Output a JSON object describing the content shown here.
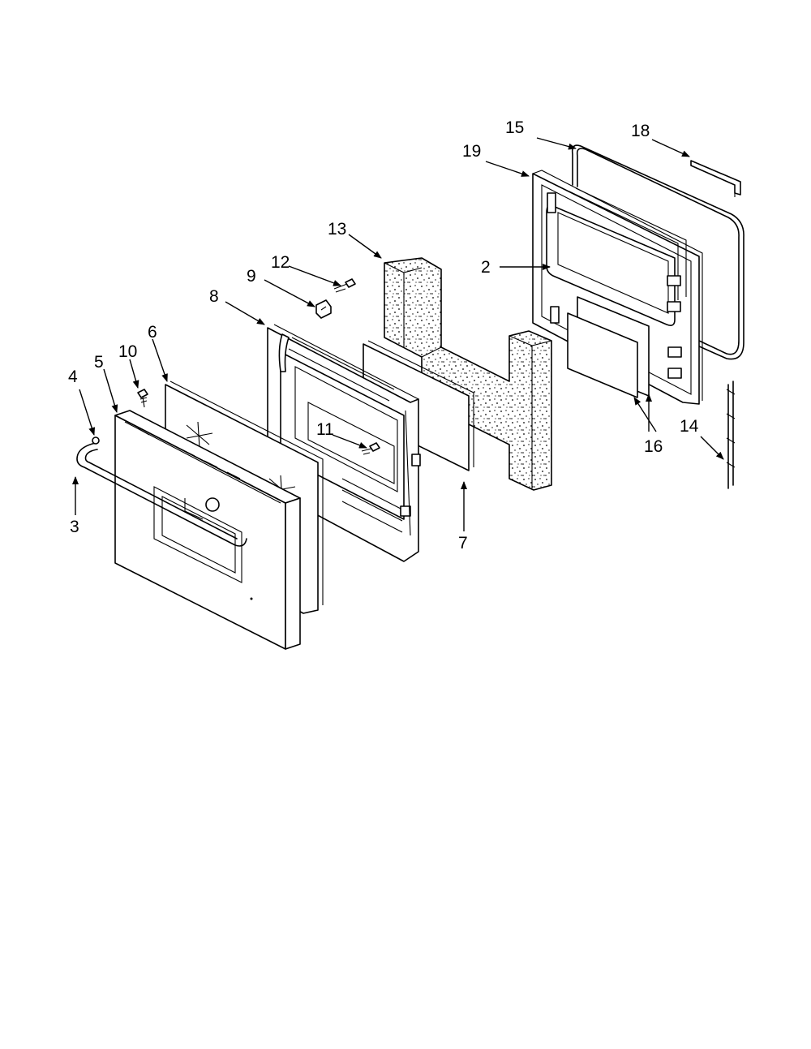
{
  "diagram": {
    "callouts": {
      "c2": "2",
      "c3": "3",
      "c4": "4",
      "c5": "5",
      "c6": "6",
      "c7": "7",
      "c8": "8",
      "c9": "9",
      "c10": "10",
      "c11": "11",
      "c12": "12",
      "c13": "13",
      "c14": "14",
      "c15": "15",
      "c16": "16",
      "c18": "18",
      "c19": "19"
    }
  }
}
